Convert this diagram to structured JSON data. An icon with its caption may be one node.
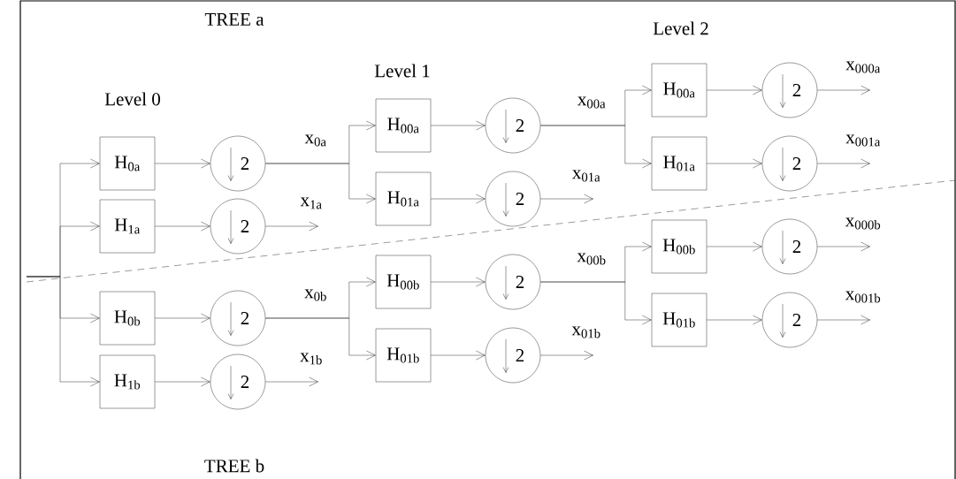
{
  "diagram": {
    "nodes": [
      {
        "text": [
          "H$_{0a}$"
        ]
      },
      {
        "text": [
          "2"
        ]
      },
      {
        "text": [
          "H$_{1a}$"
        ]
      },
      {
        "text": [
          "2"
        ]
      },
      {
        "text": [
          "H$_{00a}$"
        ]
      },
      {
        "text": [
          "2"
        ]
      },
      {
        "text": [
          "H$_{01a}$"
        ]
      },
      {
        "text": [
          "2"
        ]
      },
      {
        "text": [
          "H$_{00a}$"
        ]
      },
      {
        "text": [
          "2"
        ]
      },
      {
        "text": [
          "H$_{01a}$"
        ]
      },
      {
        "text": [
          "2"
        ]
      },
      {
        "text": [
          "H$_{0b}$"
        ]
      },
      {
        "text": [
          "2"
        ]
      },
      {
        "text": [
          "H$_{1b}$"
        ]
      },
      {
        "text": [
          "2"
        ]
      },
      {
        "text": [
          "H$_{00b}$"
        ]
      },
      {
        "text": [
          "2"
        ]
      },
      {
        "text": [
          "H$_{01b}$"
        ]
      },
      {
        "text": [
          "2"
        ]
      },
      {
        "text": [
          "H$_{00b}$"
        ]
      },
      {
        "text": [
          "2"
        ]
      },
      {
        "text": [
          "H$_{01b}$"
        ]
      },
      {
        "text": [
          "2"
        ]
      }
    ],
    "edges": [
      {
        "from": null,
        "to": 0,
        "arrow": "to"
      },
      {
        "from": 0,
        "to": 1,
        "arrow": "to"
      },
      {
        "from": null,
        "to": 2,
        "arrow": "to"
      },
      {
        "from": 2,
        "to": 3,
        "arrow": "to"
      },
      {
        "from": 1,
        "to": 4,
        "arrow": "to",
        "label": "x$_{0a}$"
      },
      {
        "from": 1,
        "to": 6,
        "arrow": "to"
      },
      {
        "from": 3,
        "to": null,
        "arrow": "to",
        "label": "x$_{1a}$"
      },
      {
        "from": 4,
        "to": 5,
        "arrow": "to"
      },
      {
        "from": 6,
        "to": 7,
        "arrow": "to"
      },
      {
        "from": 5,
        "to": 8,
        "arrow": "to",
        "label": "x$_{00a}$"
      },
      {
        "from": 5,
        "to": 10,
        "arrow": "to"
      },
      {
        "from": 7,
        "to": null,
        "arrow": "to",
        "label": "x$_{01a}$"
      },
      {
        "from": 8,
        "to": 9,
        "arrow": "to"
      },
      {
        "from": 10,
        "to": 11,
        "arrow": "to"
      },
      {
        "from": 9,
        "to": null,
        "arrow": "to",
        "label": "x$_{000a}$"
      },
      {
        "from": 11,
        "to": null,
        "arrow": "to",
        "label": "x$_{001a}$"
      },
      {
        "from": null,
        "to": 12,
        "arrow": "to"
      },
      {
        "from": 12,
        "to": 13,
        "arrow": "to"
      },
      {
        "from": null,
        "to": 14,
        "arrow": "to"
      },
      {
        "from": 14,
        "to": 15,
        "arrow": "to"
      },
      {
        "from": 13,
        "to": 16,
        "arrow": "to",
        "label": "x$_{0b}$"
      },
      {
        "from": 13,
        "to": 18,
        "arrow": "to"
      },
      {
        "from": 15,
        "to": null,
        "arrow": "to",
        "label": "x$_{1b}$"
      },
      {
        "from": 16,
        "to": 17,
        "arrow": "to"
      },
      {
        "from": 18,
        "to": 19,
        "arrow": "to"
      },
      {
        "from": 17,
        "to": 20,
        "arrow": "to",
        "label": "x$_{00b}$"
      },
      {
        "from": 17,
        "to": 22,
        "arrow": "to"
      },
      {
        "from": 19,
        "to": null,
        "arrow": "to",
        "label": "x$_{01b}$"
      },
      {
        "from": 20,
        "to": 21,
        "arrow": "to"
      },
      {
        "from": 22,
        "to": 23,
        "arrow": "to"
      },
      {
        "from": 21,
        "to": null,
        "arrow": "to",
        "label": "x$_{000b}$"
      },
      {
        "from": 23,
        "to": null,
        "arrow": "to",
        "label": "x$_{001b}$"
      }
    ],
    "labels": [
      "TREE a",
      "Level 2",
      "Level 1",
      "Level 0",
      "TREE b"
    ]
  }
}
